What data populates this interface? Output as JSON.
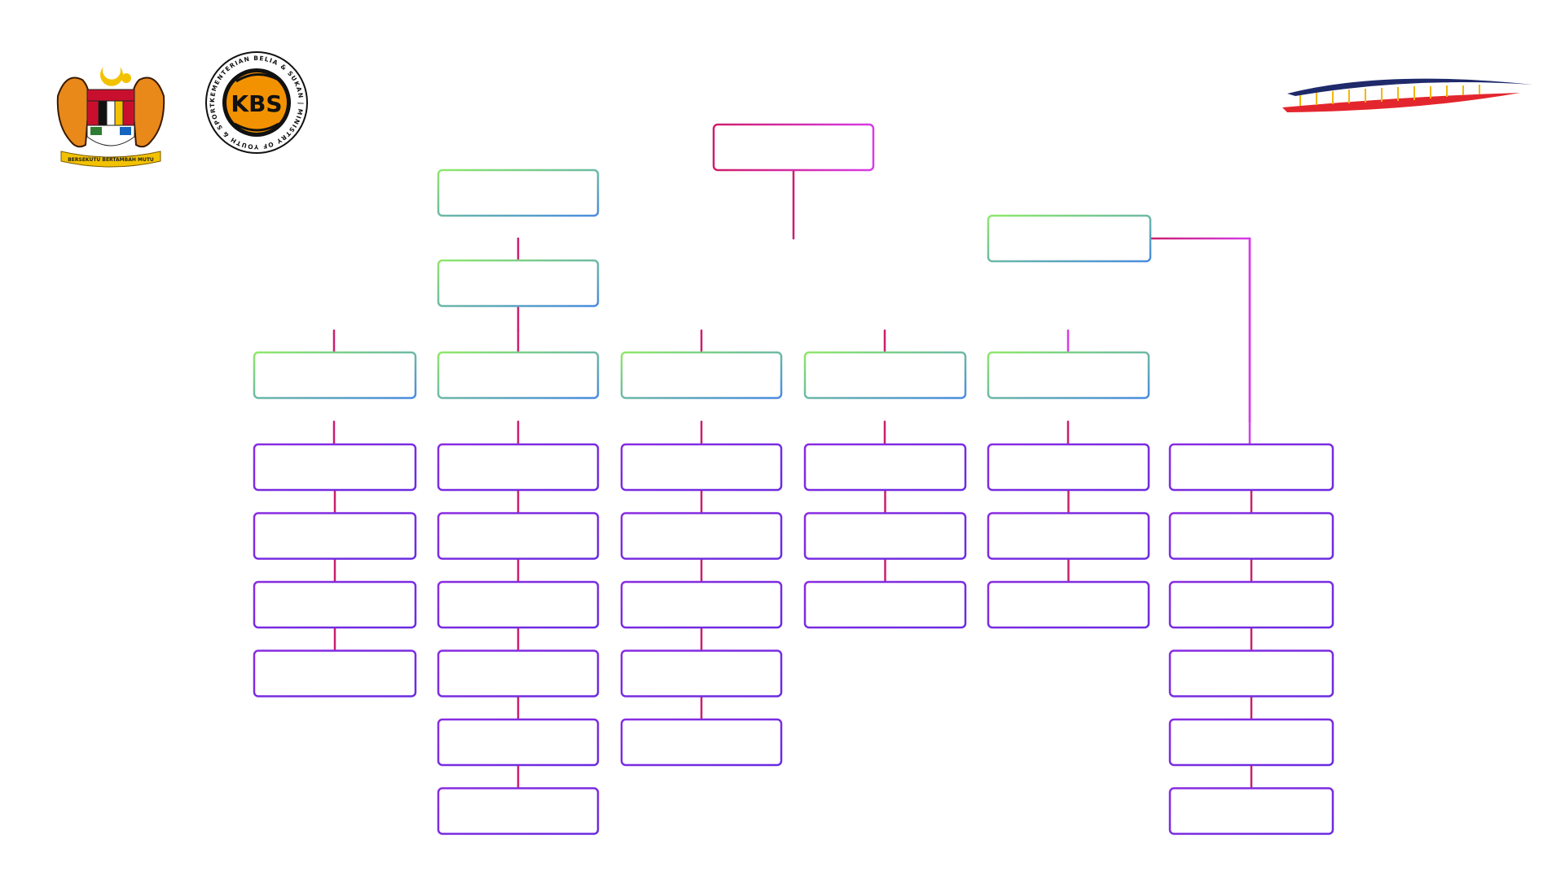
{
  "logos": {
    "coat_of_arms": {
      "icon": "malaysia-coat-of-arms-icon",
      "motto": "BERSEKUTU BERTAMBAH MUTU"
    },
    "kbs": {
      "icon": "kbs-ministry-logo-icon",
      "monogram": "KBS",
      "ring_text": "KEMENTERIAN BELIA & SUKAN | MINISTRY OF YOUTH & SPORTS |",
      "colors": {
        "orange": "#F39200",
        "black": "#111111"
      }
    },
    "swoosh": {
      "icon": "swoosh-emblem-icon",
      "colors": {
        "navy": "#1F2A6B",
        "red": "#E3262E",
        "gold": "#F2B705"
      }
    }
  },
  "colors": {
    "connector_magenta": "#CC1E6E",
    "connector_violet": "#D63CE8",
    "box_green": "#8FE86A",
    "box_blue": "#4A8BE0",
    "box_purple": "#7A2BE2",
    "top_box_magenta": "#D01E6A",
    "top_box_violet": "#D63CE8"
  },
  "org_chart": {
    "top": {
      "label": ""
    },
    "advisor": {
      "label": ""
    },
    "deputy": {
      "label": ""
    },
    "secretary": {
      "label": ""
    },
    "units": [
      {
        "label": ""
      },
      {
        "label": ""
      },
      {
        "label": ""
      },
      {
        "label": ""
      },
      {
        "label": ""
      }
    ],
    "columns": [
      {
        "boxes": [
          "",
          "",
          "",
          ""
        ]
      },
      {
        "boxes": [
          "",
          "",
          "",
          "",
          "",
          ""
        ]
      },
      {
        "boxes": [
          "",
          "",
          "",
          "",
          ""
        ]
      },
      {
        "boxes": [
          "",
          "",
          ""
        ]
      },
      {
        "boxes": [
          "",
          "",
          ""
        ]
      },
      {
        "boxes": [
          "",
          "",
          "",
          "",
          "",
          ""
        ]
      }
    ]
  }
}
